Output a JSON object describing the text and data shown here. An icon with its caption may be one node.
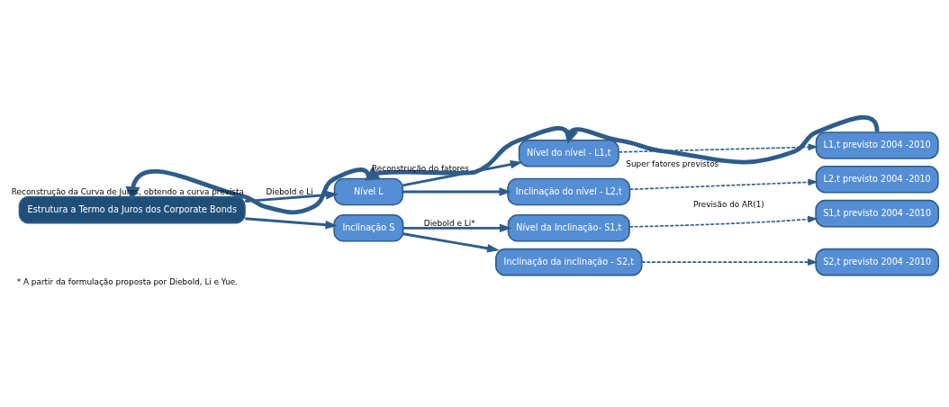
{
  "diagram": {
    "caption": "* A partir da formulação proposta por Diebold, Li e Yue.",
    "nodes": [
      {
        "text": [
          "Estrutura a Termo da Juros dos Corporate Bonds"
        ]
      },
      {
        "text": [
          "Nível L"
        ]
      },
      {
        "text": [
          "Inclinação S"
        ]
      },
      {
        "text": [
          "Nível do nível - L1,t"
        ]
      },
      {
        "text": [
          "Inclinação do nível - L2,t"
        ]
      },
      {
        "text": [
          "Nível da Inclinação- S1,t"
        ]
      },
      {
        "text": [
          "Inclinação da inclinação - S2,t"
        ]
      },
      {
        "text": [
          "L1,t previsto 2004 -2010"
        ]
      },
      {
        "text": [
          "L2,t previsto 2004 -2010"
        ]
      },
      {
        "text": [
          "S1,t previsto 2004 -2010"
        ]
      },
      {
        "text": [
          "S2,t previsto 2004 -2010"
        ]
      }
    ],
    "edges": [
      {
        "from": 1,
        "to": 0,
        "arrow": "to",
        "label": "Reconstrução da Curva de Juros, obtendo a curva prevista"
      },
      {
        "from": 3,
        "to": 1,
        "arrow": "to",
        "label": "Reconstrução do fatores"
      },
      {
        "from": 7,
        "to": 3,
        "arrow": "to",
        "label": "Super fatores previstos"
      },
      {
        "from": 0,
        "to": 1,
        "arrow": "to",
        "label": "Diebold e Li"
      },
      {
        "from": 0,
        "to": 2,
        "arrow": "to"
      },
      {
        "from": 1,
        "to": 3,
        "arrow": "to"
      },
      {
        "from": 1,
        "to": 4,
        "arrow": "to"
      },
      {
        "from": 2,
        "to": 5,
        "arrow": "to",
        "label": "Diebold e Li*"
      },
      {
        "from": 2,
        "to": 6,
        "arrow": "to"
      },
      {
        "from": 3,
        "to": 7,
        "arrow": "to",
        "style": "dashed"
      },
      {
        "from": 4,
        "to": 8,
        "arrow": "to",
        "style": "dashed"
      },
      {
        "from": 5,
        "to": 9,
        "arrow": "to",
        "style": "dashed"
      },
      {
        "from": 6,
        "to": 10,
        "arrow": "to",
        "style": "dashed"
      }
    ],
    "labels": [
      "Previsão do AR(1)"
    ]
  }
}
